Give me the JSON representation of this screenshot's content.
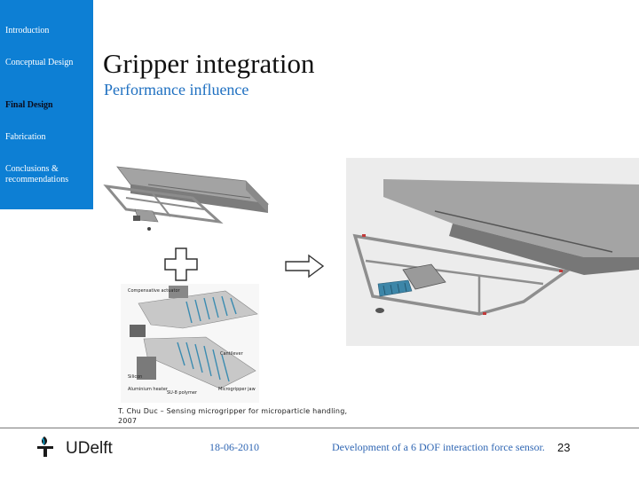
{
  "sidebar": {
    "items": [
      {
        "label": "Introduction"
      },
      {
        "label": "Conceptual Design"
      },
      {
        "label": "Final Design"
      },
      {
        "label": "Fabrication"
      },
      {
        "label": "Conclusions & recommendations"
      }
    ],
    "active_index": 2
  },
  "slide": {
    "title": "Gripper integration",
    "subtitle": "Performance influence"
  },
  "figure": {
    "caption": "T. Chu Duc – Sensing microgripper for microparticle handling, 2007",
    "microgripper_labels": {
      "comp_actuator": "Compensative actuator",
      "cantilever": "Cantilever",
      "silicon": "Silicon",
      "al_heater": "Aluminium heater",
      "su8": "SU-8 polymer",
      "jaw": "Microgripper jaw"
    }
  },
  "icons": {
    "plus": "plus-icon",
    "arrow": "arrow-right-icon"
  },
  "footer": {
    "logo_text": "UDelft",
    "date": "18-06-2010",
    "title": "Development of a 6 DOF interaction force sensor.",
    "page_number": "23"
  },
  "colors": {
    "sidebar_bg": "#0d7fd4",
    "subtitle": "#1f70c1",
    "footer_text": "#2f66b3"
  }
}
